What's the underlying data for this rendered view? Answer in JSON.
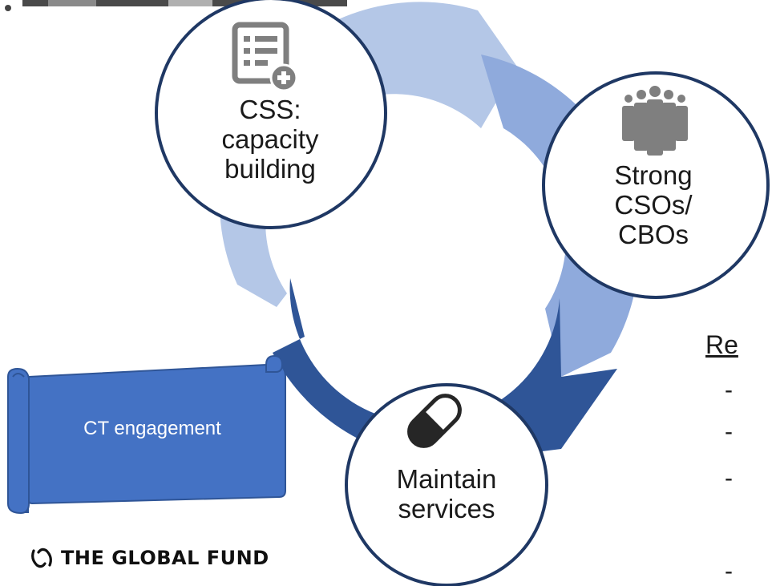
{
  "diagram": {
    "nodes": [
      {
        "id": "css",
        "icon": "checklist-add-icon",
        "lines": [
          "CSS:",
          "capacity",
          "building"
        ]
      },
      {
        "id": "cso",
        "icon": "people-group-icon",
        "lines": [
          "Strong",
          "CSOs/",
          "CBOs"
        ]
      },
      {
        "id": "maintain",
        "icon": "pill-capsule-icon",
        "lines": [
          "Maintain",
          "services"
        ]
      }
    ],
    "banner": {
      "label": "CT engagement",
      "icon": "scroll-banner"
    },
    "side_heading": "Re",
    "side_dashes": [
      "-",
      "-",
      "-",
      "-"
    ]
  },
  "logo": {
    "text": "THE GLOBAL FUND",
    "icon": "global-fund-logo-icon"
  },
  "colors": {
    "arrow_light": "#b4c7e7",
    "arrow_mid": "#8faadc",
    "arrow_dark": "#2f5597",
    "node_border": "#1f3864",
    "banner": "#4472c4",
    "icon_gray": "#7f7f7f"
  }
}
